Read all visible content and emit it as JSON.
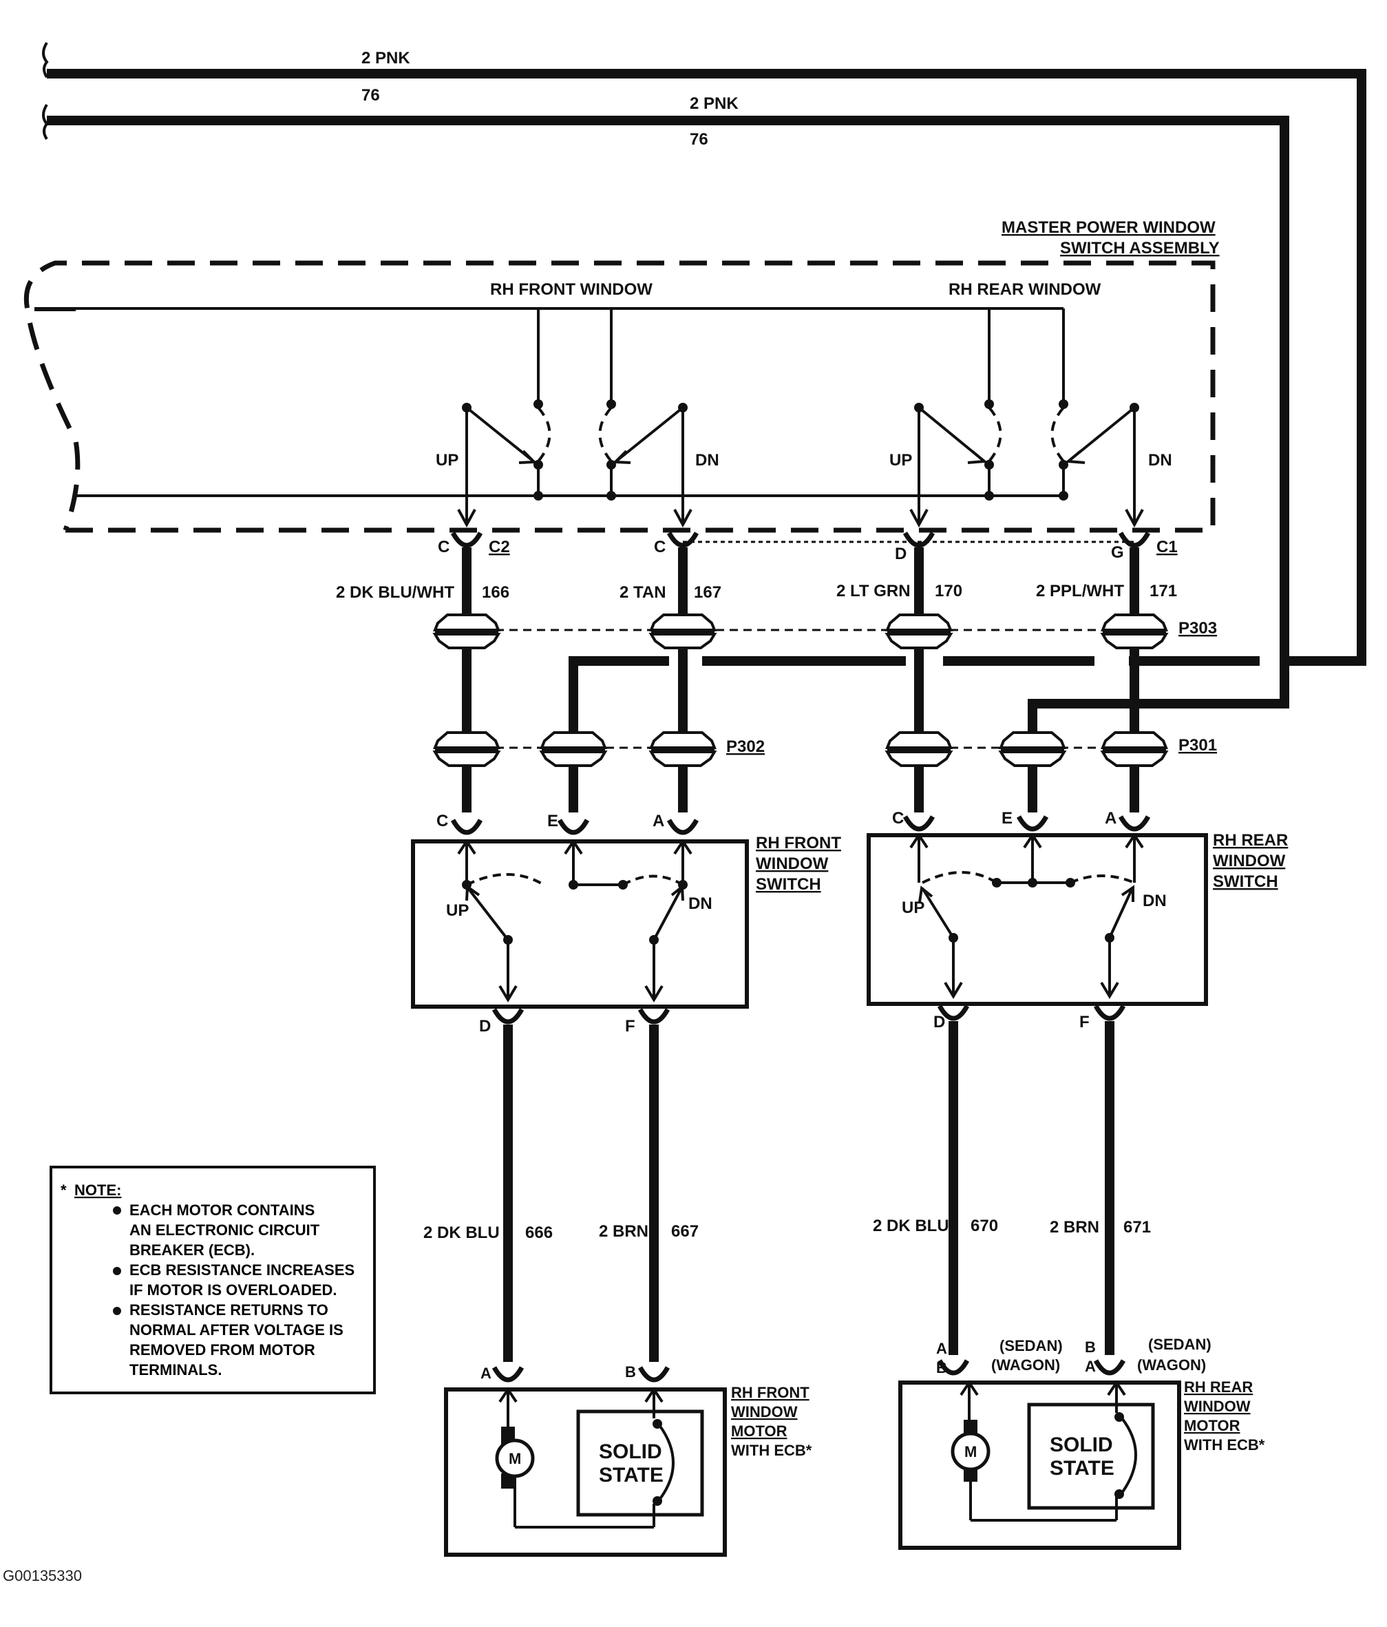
{
  "feed": {
    "upper_wire": {
      "size_color": "2 PNK",
      "circuit": "76"
    },
    "lower_wire": {
      "size_color": "2 PNK",
      "circuit": "76"
    }
  },
  "master_switch": {
    "title_line1": "MASTER POWER WINDOW",
    "title_line2": "SWITCH ASSEMBLY",
    "front_label": "RH FRONT WINDOW",
    "rear_label": "RH REAR WINDOW",
    "up": "UP",
    "dn": "DN"
  },
  "master_connectors": {
    "front_up_pin": "C",
    "front_up_conn": "C2",
    "front_dn_pin": "C",
    "rear_up_pin": "D",
    "rear_dn_pin": "G",
    "rear_dn_conn": "C1"
  },
  "wires_upper": [
    {
      "size_color": "2 DK BLU/WHT",
      "circuit": "166"
    },
    {
      "size_color": "2 TAN",
      "circuit": "167"
    },
    {
      "size_color": "2 LT GRN",
      "circuit": "170"
    },
    {
      "size_color": "2 PPL/WHT",
      "circuit": "171"
    }
  ],
  "inline_connectors": {
    "p303": "P303",
    "p302": "P302",
    "p301": "P301"
  },
  "front_switch": {
    "title_line1": "RH FRONT",
    "title_line2": "WINDOW",
    "title_line3": "SWITCH",
    "pin_c": "C",
    "pin_e": "E",
    "pin_a": "A",
    "pin_d": "D",
    "pin_f": "F",
    "up": "UP",
    "dn": "DN"
  },
  "rear_switch": {
    "title_line1": "RH REAR",
    "title_line2": "WINDOW",
    "title_line3": "SWITCH",
    "pin_c": "C",
    "pin_e": "E",
    "pin_a": "A",
    "pin_d": "D",
    "pin_f": "F",
    "up": "UP",
    "dn": "DN"
  },
  "wires_lower": [
    {
      "size_color": "2 DK BLU",
      "circuit": "666"
    },
    {
      "size_color": "2 BRN",
      "circuit": "667"
    },
    {
      "size_color": "2 DK BLU",
      "circuit": "670"
    },
    {
      "size_color": "2 BRN",
      "circuit": "671"
    }
  ],
  "front_motor": {
    "title_line1": "RH FRONT",
    "title_line2": "WINDOW",
    "title_line3": "MOTOR",
    "title_line4": "WITH ECB*",
    "pin_a": "A",
    "pin_b": "B",
    "motor": "M",
    "solid_line1": "SOLID",
    "solid_line2": "STATE"
  },
  "rear_motor": {
    "title_line1": "RH REAR",
    "title_line2": "WINDOW",
    "title_line3": "MOTOR",
    "title_line4": "WITH ECB*",
    "left_pin_sedan": "A",
    "left_pin_wagon": "B",
    "right_pin_sedan": "B",
    "right_pin_wagon": "A",
    "sedan": "(SEDAN)",
    "wagon": "(WAGON)",
    "motor": "M",
    "solid_line1": "SOLID",
    "solid_line2": "STATE"
  },
  "note": {
    "title": "NOTE:",
    "lines": [
      "EACH MOTOR CONTAINS",
      "AN ELECTRONIC CIRCUIT",
      "BREAKER (ECB).",
      "ECB RESISTANCE INCREASES",
      "IF MOTOR IS OVERLOADED.",
      "RESISTANCE RETURNS TO",
      "NORMAL AFTER VOLTAGE IS",
      "REMOVED FROM MOTOR",
      "TERMINALS."
    ]
  },
  "figure_id": "G00135330"
}
